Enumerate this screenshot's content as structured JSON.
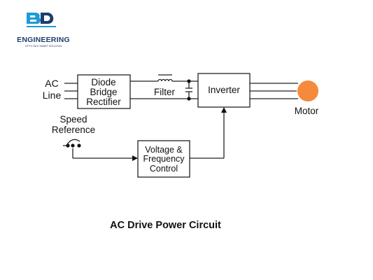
{
  "logo": {
    "mark": "BD",
    "name": "ENGINEERING",
    "tagline": "LET'S TALK SMART SOLUTION",
    "colors": {
      "primary": "#1f3d6e",
      "accent": "#1e9bd7"
    }
  },
  "diagram": {
    "input_label_line1": "AC",
    "input_label_line2": "Line",
    "rectifier_line1": "Diode",
    "rectifier_line2": "Bridge",
    "rectifier_line3": "Rectifier",
    "filter_label": "Filter",
    "inverter_label": "Inverter",
    "motor_label": "Motor",
    "speed_line1": "Speed",
    "speed_line2": "Reference",
    "control_line1": "Voltage &",
    "control_line2": "Frequency",
    "control_line3": "Control",
    "motor_color": "#f58a3c"
  },
  "caption": "AC Drive Power Circuit"
}
